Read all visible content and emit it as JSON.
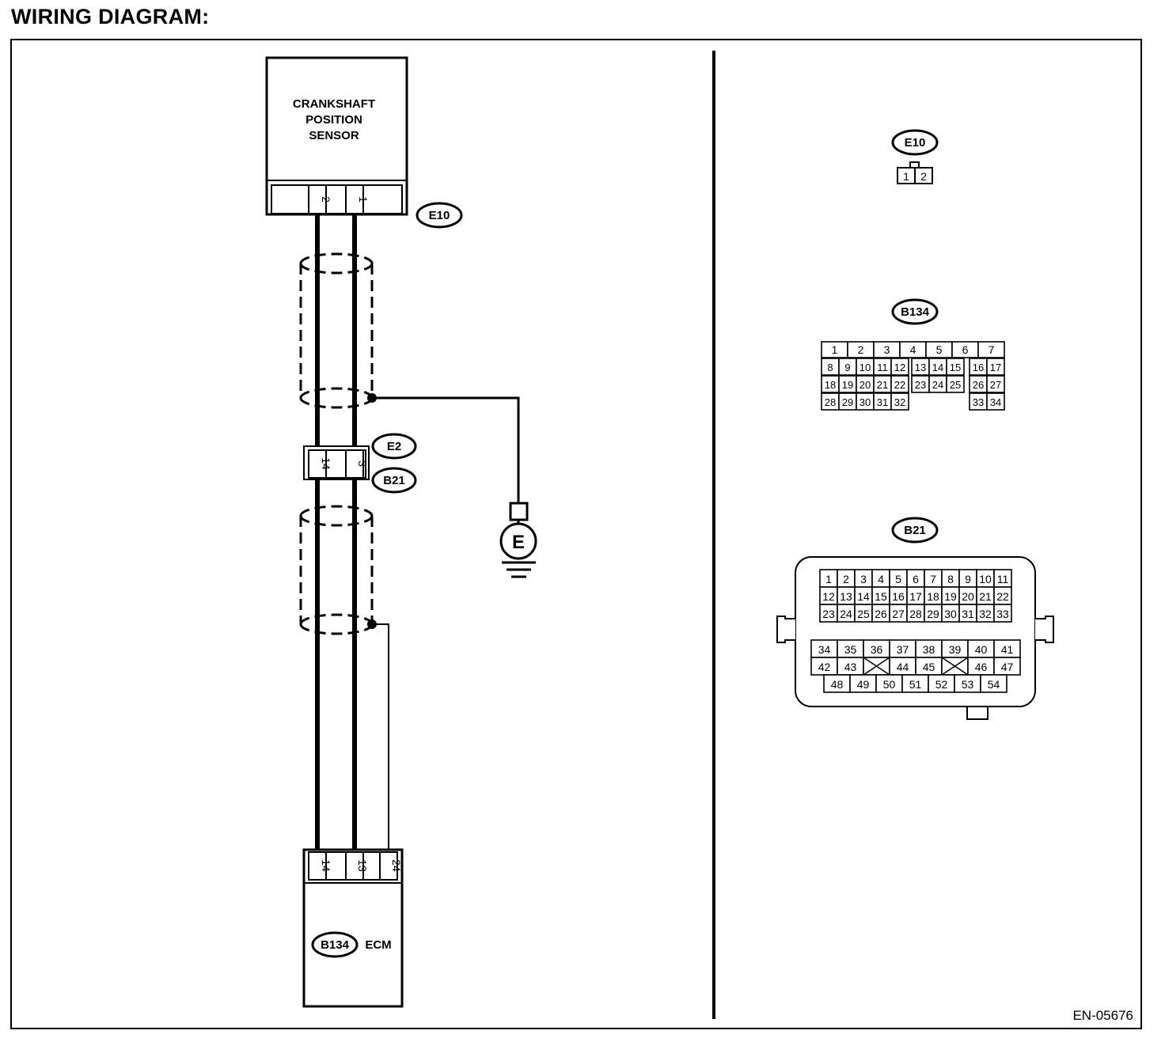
{
  "title": "WIRING DIAGRAM:",
  "figure_code": "EN-05676",
  "sensor": {
    "label_lines": [
      "CRANKSHAFT",
      "POSITION",
      "SENSOR"
    ],
    "connector": "E10",
    "pins": [
      "2",
      "1"
    ]
  },
  "joint": {
    "connector_top": "E2",
    "connector_bottom": "B21",
    "pins": [
      "14",
      "3"
    ]
  },
  "ground": {
    "symbol": "E"
  },
  "ecm": {
    "label": "ECM",
    "connector": "B134",
    "pins": [
      "14",
      "13",
      "24"
    ]
  },
  "views": {
    "e10": {
      "label": "E10",
      "pins": [
        "1",
        "2"
      ]
    },
    "b134": {
      "label": "B134",
      "top_row": [
        "1",
        "2",
        "3",
        "4",
        "5",
        "6",
        "7"
      ],
      "rows": [
        [
          "8",
          "9",
          "10",
          "11",
          "12",
          "13",
          "14",
          "15",
          "16",
          "17"
        ],
        [
          "18",
          "19",
          "20",
          "21",
          "22",
          "23",
          "24",
          "25",
          "26",
          "27"
        ],
        [
          "28",
          "29",
          "30",
          "31",
          "32",
          "",
          "",
          "",
          "33",
          "34"
        ]
      ]
    },
    "b21": {
      "label": "B21",
      "upper_rows": [
        [
          "1",
          "2",
          "3",
          "4",
          "5",
          "6",
          "7",
          "8",
          "9",
          "10",
          "11"
        ],
        [
          "12",
          "13",
          "14",
          "15",
          "16",
          "17",
          "18",
          "19",
          "20",
          "21",
          "22"
        ],
        [
          "23",
          "24",
          "25",
          "26",
          "27",
          "28",
          "29",
          "30",
          "31",
          "32",
          "33"
        ]
      ],
      "lower_rows": [
        [
          "34",
          "35",
          "36",
          "37",
          "38",
          "39",
          "40",
          "41"
        ],
        [
          "42",
          "43",
          "",
          "44",
          "45",
          "",
          "46",
          "47"
        ],
        [
          "48",
          "49",
          "50",
          "51",
          "52",
          "53",
          "54"
        ]
      ]
    }
  }
}
